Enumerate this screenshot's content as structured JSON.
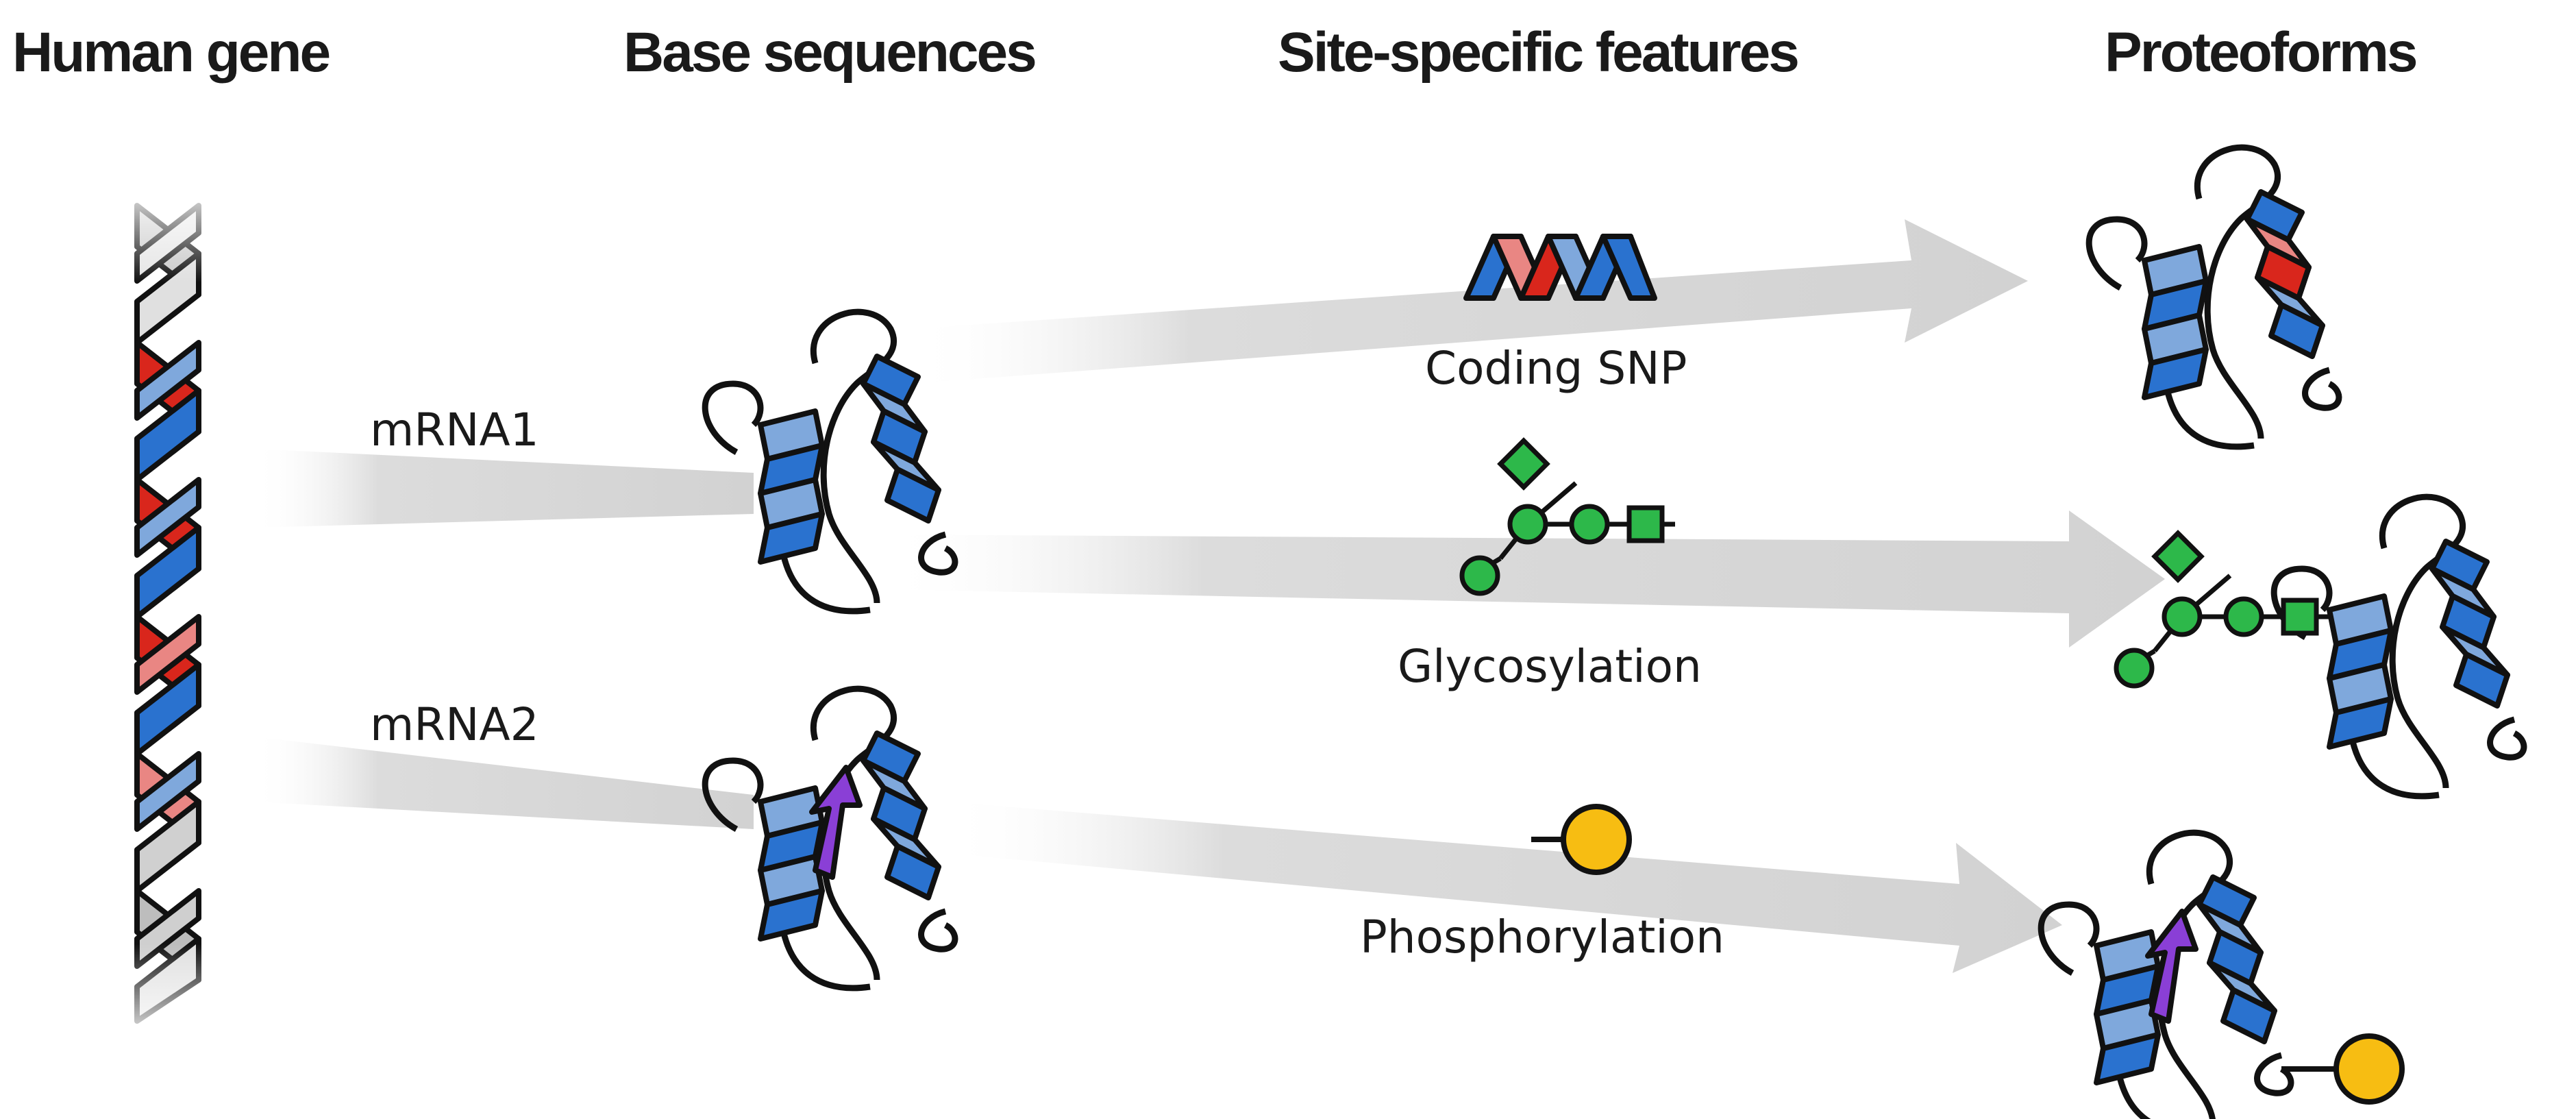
{
  "headings": {
    "human_gene": "Human gene",
    "base_sequences": "Base sequences",
    "site_specific_features": "Site-specific features",
    "proteoforms": "Proteoforms"
  },
  "transcripts": {
    "mrna1": "mRNA1",
    "mrna2": "mRNA2"
  },
  "features": {
    "coding_snp": "Coding SNP",
    "glycosylation": "Glycosylation",
    "phosphorylation": "Phosphorylation"
  },
  "colors": {
    "helix_blue": "#2a72cf",
    "helix_light_blue": "#7fa8dc",
    "helix_red": "#d9261c",
    "helix_pink": "#e98683",
    "glycan_green": "#2db84a",
    "phosphate_yellow": "#f7bd12",
    "strand_purple": "#8a3fd6",
    "arrow_gray": "#d6d6d6"
  },
  "icons": [
    "dna-double-helix",
    "protein-ribbon",
    "protein-ribbon-with-beta-strand",
    "snp-helix",
    "glycan-chain",
    "phosphate-group"
  ]
}
